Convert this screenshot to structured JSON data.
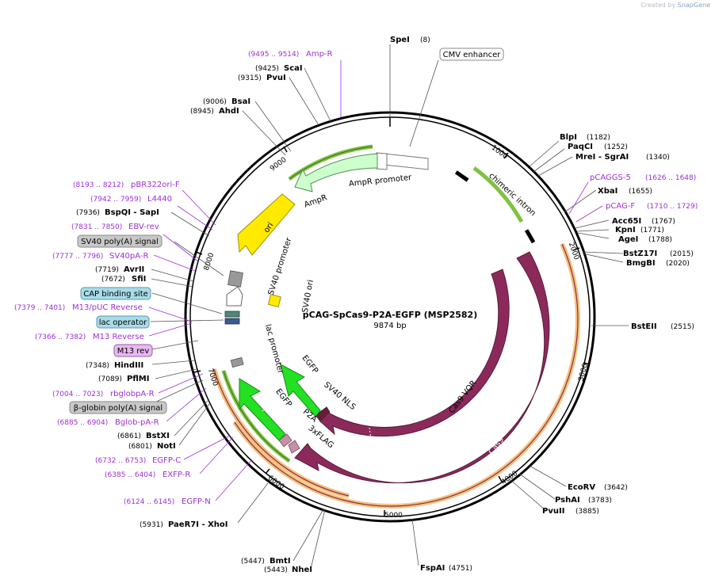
{
  "watermark": {
    "prefix": "Created by",
    "brand": "SnapGene"
  },
  "plasmid": {
    "name": "pCAG-SpCas9-P2A-EGFP (MSP2582)",
    "size": "9874 bp"
  },
  "ticks": [
    "1000",
    "2000",
    "3000",
    "4000",
    "5000",
    "6000",
    "7000",
    "8000",
    "9000"
  ],
  "enzymes": [
    {
      "name": "SpeI",
      "pos": "(8)"
    },
    {
      "name": "BlpI",
      "pos": "(1182)"
    },
    {
      "name": "PaqCI",
      "pos": "(1252)"
    },
    {
      "name": "MreI - SgrAI",
      "pos": "(1340)"
    },
    {
      "name": "XbaI",
      "pos": "(1655)"
    },
    {
      "name": "Acc65I",
      "pos": "(1767)"
    },
    {
      "name": "KpnI",
      "pos": "(1771)"
    },
    {
      "name": "AgeI",
      "pos": "(1788)"
    },
    {
      "name": "BstZ17I",
      "pos": "(2015)"
    },
    {
      "name": "BmgBI",
      "pos": "(2020)"
    },
    {
      "name": "BstEII",
      "pos": "(2515)"
    },
    {
      "name": "EcoRV",
      "pos": "(3642)"
    },
    {
      "name": "PshAI",
      "pos": "(3783)"
    },
    {
      "name": "PvuII",
      "pos": "(3885)"
    },
    {
      "name": "FspAI",
      "pos": "(4751)"
    },
    {
      "name": "NheI",
      "pos": "(5443)"
    },
    {
      "name": "BmtI",
      "pos": "(5447)"
    },
    {
      "name": "PaeR7I - XhoI",
      "pos": "(5931)"
    },
    {
      "name": "NotI",
      "pos": "(6801)"
    },
    {
      "name": "BstXI",
      "pos": "(6861)"
    },
    {
      "name": "PflMI",
      "pos": "(7089)"
    },
    {
      "name": "HindIII",
      "pos": "(7348)"
    },
    {
      "name": "SfiI",
      "pos": "(7672)"
    },
    {
      "name": "AvrII",
      "pos": "(7719)"
    },
    {
      "name": "BspQI - SapI",
      "pos": "(7936)"
    },
    {
      "name": "AhdI",
      "pos": "(8945)"
    },
    {
      "name": "BsaI",
      "pos": "(9006)"
    },
    {
      "name": "PvuI",
      "pos": "(9315)"
    },
    {
      "name": "ScaI",
      "pos": "(9425)"
    }
  ],
  "primers": [
    {
      "name": "Amp-R",
      "pos": "(9495 .. 9514)"
    },
    {
      "name": "pCAGGS-5",
      "pos": "(1626 .. 1648)"
    },
    {
      "name": "pCAG-F",
      "pos": "(1710 .. 1729)"
    },
    {
      "name": "pBR322ori-F",
      "pos": "(8193 .. 8212)"
    },
    {
      "name": "L4440",
      "pos": "(7942 .. 7959)"
    },
    {
      "name": "EBV-rev",
      "pos": "(7831 .. 7850)"
    },
    {
      "name": "SV40pA-R",
      "pos": "(7777 .. 7796)"
    },
    {
      "name": "M13/pUC Reverse",
      "pos": "(7379 .. 7401)"
    },
    {
      "name": "M13 Reverse",
      "pos": "(7366 .. 7382)"
    },
    {
      "name": "rbglobpA-R",
      "pos": "(7004 .. 7023)"
    },
    {
      "name": "Bglob-pA-R",
      "pos": "(6885 .. 6904)"
    },
    {
      "name": "EGFP-C",
      "pos": "(6732 .. 6753)"
    },
    {
      "name": "EXFP-R",
      "pos": "(6385 .. 6404)"
    },
    {
      "name": "EGFP-N",
      "pos": "(6124 .. 6145)"
    }
  ],
  "boxed_labels": [
    {
      "text": "CMV enhancer"
    },
    {
      "text": "SV40 poly(A) signal"
    },
    {
      "text": "CAP binding site"
    },
    {
      "text": "lac operator"
    },
    {
      "text": "M13 rev"
    },
    {
      "text": "β-globin poly(A) signal"
    }
  ],
  "features": {
    "ampr_promoter": "AmpR promoter",
    "ampr": "AmpR",
    "ori": "ori",
    "sv40_promoter": "SV40 promoter",
    "sv40_ori": "SV40 ori",
    "lac_promoter": "lac promoter",
    "chimeric_intron": "chimeric intron",
    "cas9_vqr": "Cas9 VQR",
    "cas9": "Cas9",
    "egfp": "EGFP",
    "sv40_nls": "SV40 NLS",
    "p2a": "P2A",
    "flag": "3xFLAG"
  },
  "colors": {
    "backbone": "#000000",
    "cas9": "#8b2a5a",
    "egfp": "#22e022",
    "ori": "#ffea00",
    "ampr": "#ccffcc",
    "promoter": "#ffffff",
    "primer": "#9b30d9",
    "orf_highlight": "#f5c27a",
    "orf_green": "#7fc241"
  }
}
